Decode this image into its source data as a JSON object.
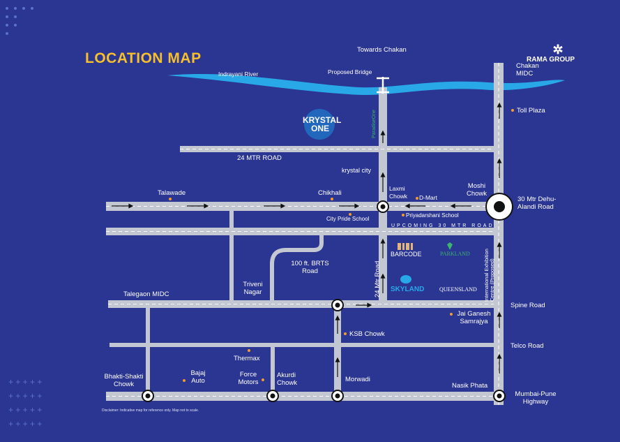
{
  "title": "LOCATION MAP",
  "brand": "RAMA GROUP",
  "disclaimer": "Disclaimer: Indicative map for reference only. Map not to scale.",
  "colors": {
    "background": "#2b3592",
    "road": "#c3c7d2",
    "accent": "#f6c02c",
    "poi": "#f39a2b",
    "river": "#29a8e8"
  },
  "projects": {
    "krystal_one": "KRYSTAL ONE",
    "paradise_one": "ParadiseOne",
    "krystal_city": "krystal city",
    "barcode": "BARCODE",
    "parkland": "PARKLAND",
    "skyland": "SKYLAND",
    "queensland": "QUEENSLAND"
  },
  "labels": {
    "towards_chakan": "Towards Chakan",
    "indrayani": "Indrayani River",
    "bridge": "Proposed Bridge",
    "chakan_midc": "Chakan MIDC",
    "toll": "Toll Plaza",
    "road24": "24 MTR ROAD",
    "talawade": "Talawade",
    "chikhali": "Chikhali",
    "laxmi": "Laxmi Chowk",
    "dmart": "D-Mart",
    "moshi": "Moshi Chowk",
    "dehu": "30 Mtr Dehu-Alandi Road",
    "citypride": "City Pride School",
    "priyadarshani": "Priyadarshani School",
    "upcoming": "UPCOMING 30 MTR ROAD",
    "brts": "100 ft. BRTS Road",
    "triveni": "Triveni Nagar",
    "talegaon": "Talegaon MIDC",
    "road24v": "24 Mtr Road",
    "iec": "International Exhibition Centre (Proposed)",
    "spine": "Spine Road",
    "jaiganesh": "Jai Ganesh Samrajya",
    "ksb": "KSB Chowk",
    "telco": "Telco Road",
    "thermax": "Thermax",
    "bhakti": "Bhakti-Shakti Chowk",
    "bajaj": "Bajaj Auto",
    "force": "Force Motors",
    "akurdi": "Akurdi Chowk",
    "morwadi": "Morwadi",
    "nasik": "Nasik Phata",
    "mumbai": "Mumbai-Pune Highway"
  }
}
